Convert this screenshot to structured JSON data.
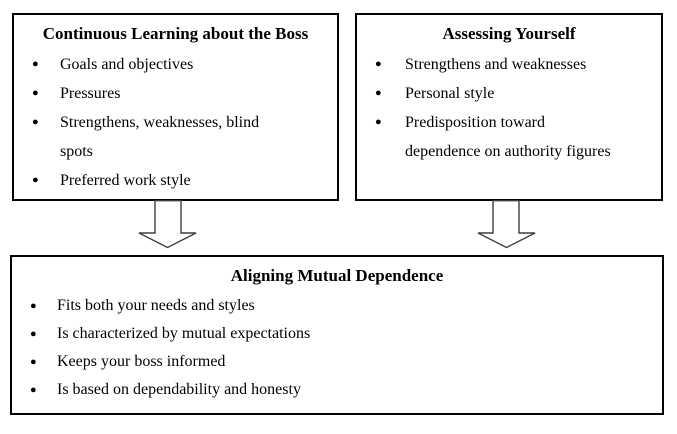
{
  "diagram": {
    "bullet_glyph": "●",
    "colors": {
      "box_border": "#000000",
      "text": "#000000",
      "background": "#ffffff",
      "arrow_outline": "#3f3f3f",
      "arrow_fill": "#ffffff"
    },
    "icons": {
      "down_arrow": "down-block-arrow"
    },
    "boxes": {
      "top_left": {
        "title": "Continuous Learning about the Boss",
        "items": [
          "Goals and objectives",
          "Pressures",
          "Strengthens, weaknesses, blind spots",
          "Preferred work style"
        ]
      },
      "top_right": {
        "title": "Assessing Yourself",
        "items": [
          "Strengthens and weaknesses",
          "Personal style",
          "Predisposition toward dependence on authority figures"
        ]
      },
      "bottom": {
        "title": "Aligning Mutual Dependence",
        "items": [
          "Fits both your needs and styles",
          "Is characterized by mutual expectations",
          "Keeps your boss informed",
          "Is based on dependability and honesty"
        ]
      }
    }
  }
}
